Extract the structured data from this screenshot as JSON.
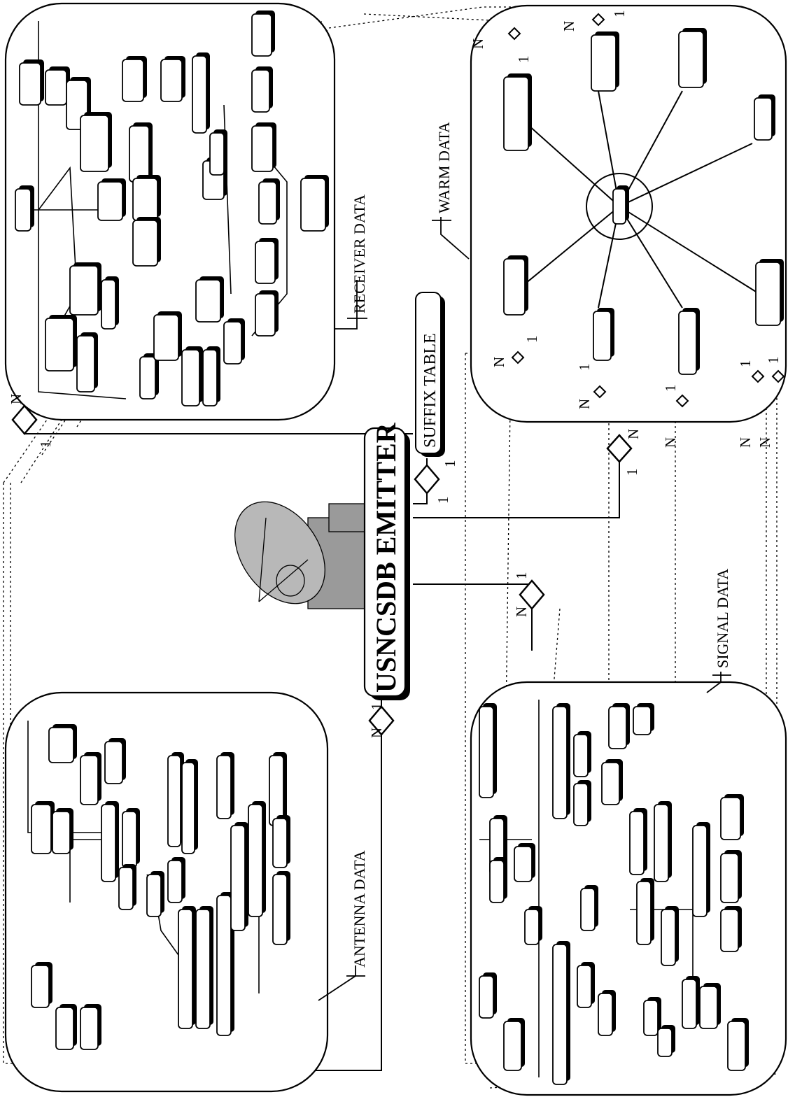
{
  "central_entity": {
    "label": "USNCSDB EMITTER",
    "subtable_label": "SUFFIX TABLE"
  },
  "groups": {
    "antenna": {
      "label": "ANTENNA DATA"
    },
    "receiver": {
      "label": "RECEIVER DATA"
    },
    "signal": {
      "label": "SIGNAL DATA"
    },
    "warm": {
      "label": "WARM DATA"
    }
  },
  "cardinality": {
    "one": "1",
    "many": "N"
  },
  "colors": {
    "ink": "#000000",
    "paper": "#ffffff",
    "dish_fill": "#b8b8b8"
  },
  "icons": [
    "satellite-dish-icon"
  ]
}
